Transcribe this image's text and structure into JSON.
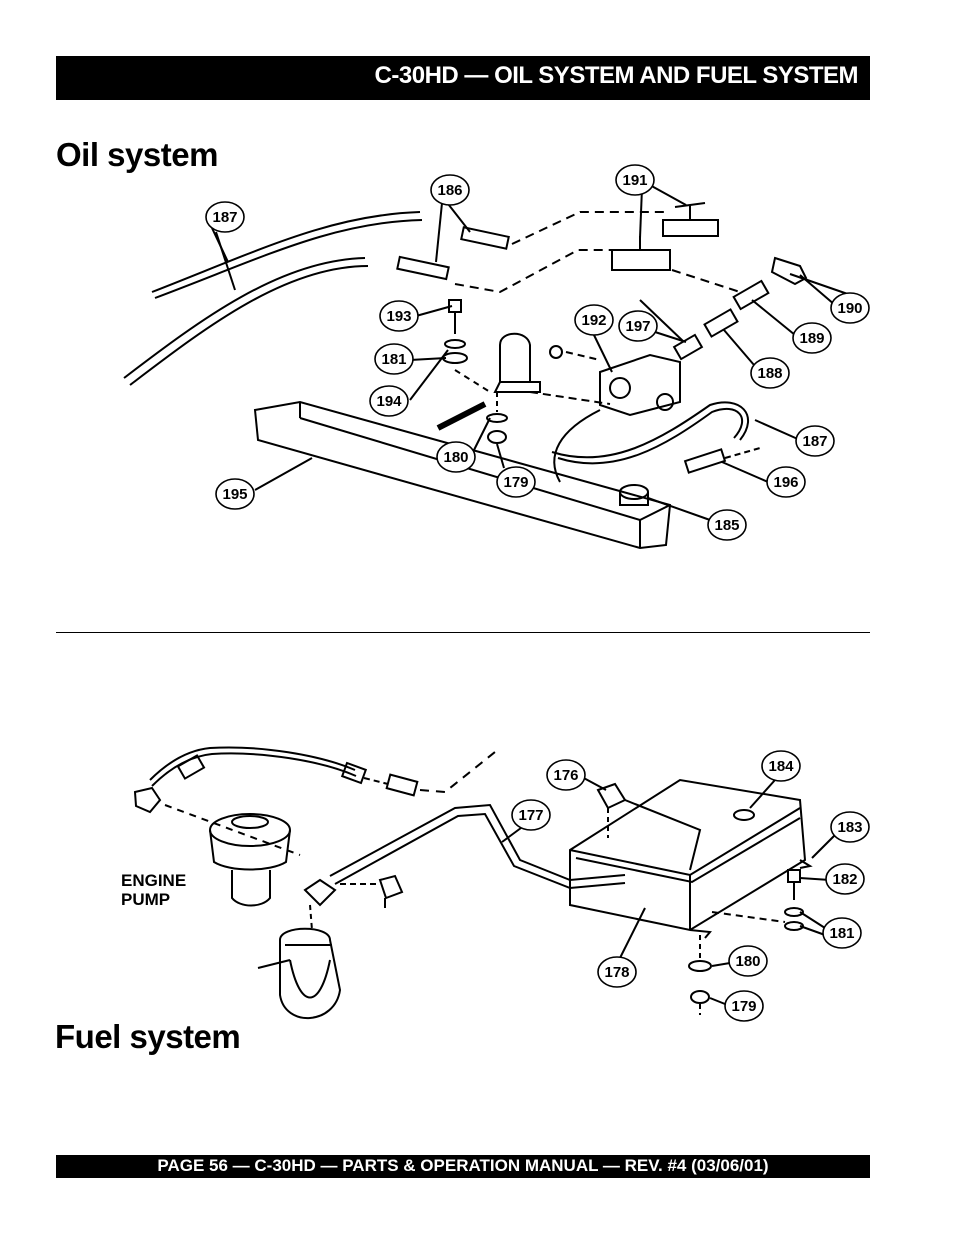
{
  "header": {
    "title": "C-30HD — OIL SYSTEM AND FUEL SYSTEM"
  },
  "oil": {
    "title": "Oil system",
    "callouts": [
      "187",
      "186",
      "191",
      "190",
      "189",
      "188",
      "197",
      "192",
      "193",
      "181",
      "194",
      "180",
      "179",
      "195",
      "187",
      "196",
      "185"
    ]
  },
  "fuel": {
    "title": "Fuel system",
    "engine_pump_line1": "ENGINE",
    "engine_pump_line2": "PUMP",
    "callouts": [
      "176",
      "184",
      "177",
      "183",
      "182",
      "181",
      "178",
      "180",
      "179"
    ]
  },
  "footer": {
    "text": "PAGE 56 — C-30HD — PARTS & OPERATION MANUAL — REV. #4 (03/06/01)"
  }
}
